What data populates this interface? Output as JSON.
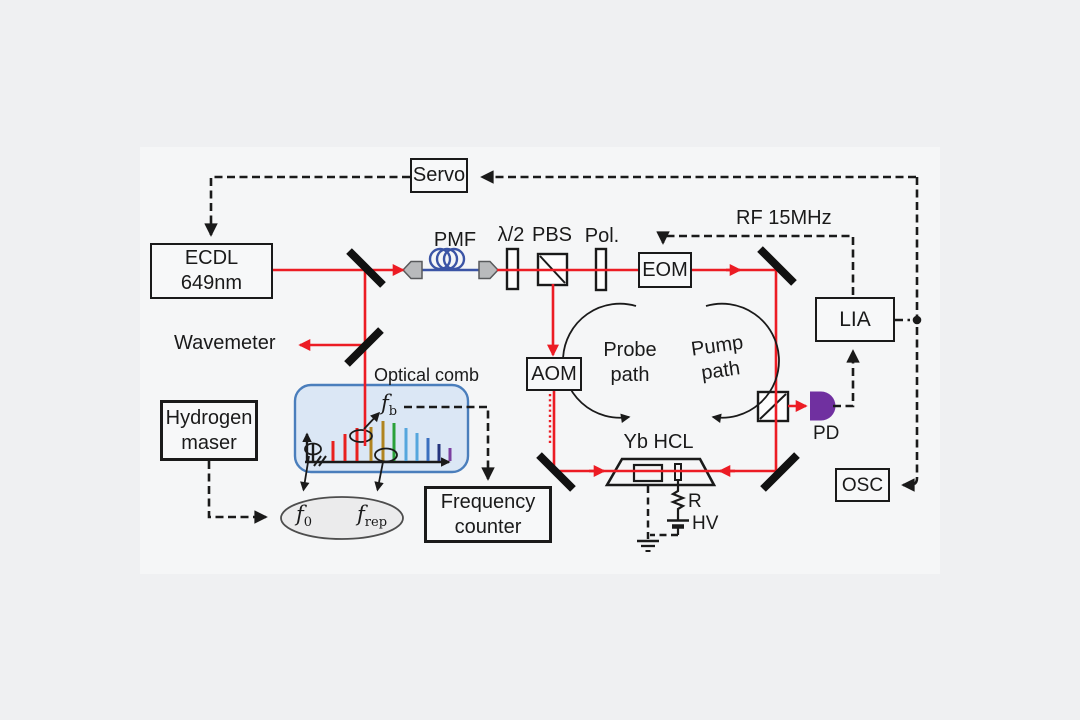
{
  "figure": {
    "boxes": {
      "servo": "Servo",
      "ecdl_line1": "ECDL",
      "ecdl_line2": "649nm",
      "eom": "EOM",
      "aom": "AOM",
      "lia": "LIA",
      "osc": "OSC",
      "hydrogen_maser_line1": "Hydrogen",
      "hydrogen_maser_line2": "maser",
      "frequency_counter_line1": "Frequency",
      "frequency_counter_line2": "counter"
    },
    "labels": {
      "pmf": "PMF",
      "half_wave_plate": "λ/2",
      "pbs": "PBS",
      "polarizer": "Pol.",
      "rf": "RF 15MHz",
      "wavemeter": "Wavemeter",
      "probe_path_line1": "Probe",
      "probe_path_line2": "path",
      "pump_path_line1": "Pump",
      "pump_path_line2": "path",
      "yb_hcl": "Yb HCL",
      "pd": "PD",
      "resistor": "R",
      "hv": "HV",
      "optical_comb": "Optical comb"
    },
    "math": {
      "fb": {
        "base": "f",
        "sub": "b"
      },
      "f0": {
        "base": "f",
        "sub": "0"
      },
      "frep": {
        "base": "f",
        "sub": "rep"
      }
    },
    "colors": {
      "beam_red": "#ec1c24",
      "fiber_blue": "#3b54a5",
      "pd_purple": "#7030a0",
      "comb_fill": "#dbe7f5",
      "comb_border": "#4a7ebc",
      "background": "#eff0f2",
      "card": "#f5f6f7"
    }
  }
}
